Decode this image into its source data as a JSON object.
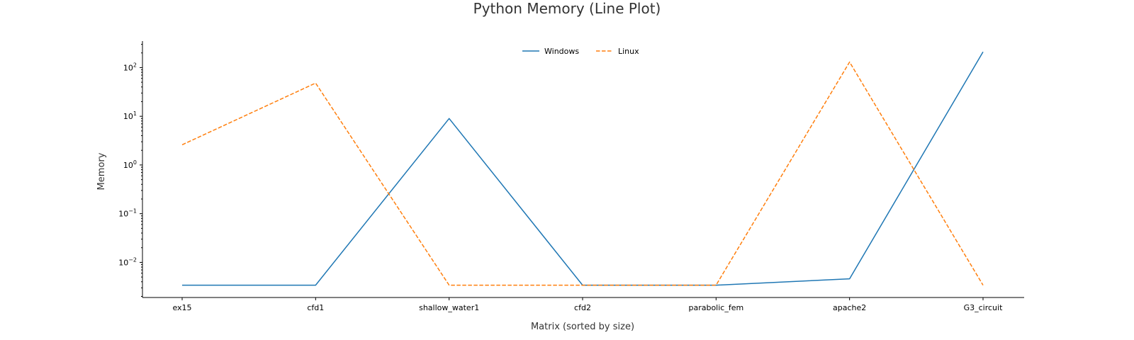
{
  "chart_data": {
    "type": "line",
    "title": "Python Memory (Line Plot)",
    "xlabel": "Matrix (sorted by size)",
    "ylabel": "Memory",
    "categories": [
      "ex15",
      "cfd1",
      "shallow_water1",
      "cfd2",
      "parabolic_fem",
      "apache2",
      "G3_circuit"
    ],
    "y_scale": "log",
    "ylim": [
      0.0019,
      350
    ],
    "y_ticks": [
      {
        "value": 0.01,
        "base": "10",
        "exp": "−2"
      },
      {
        "value": 0.1,
        "base": "10",
        "exp": "−1"
      },
      {
        "value": 1,
        "base": "10",
        "exp": "0"
      },
      {
        "value": 10,
        "base": "10",
        "exp": "1"
      },
      {
        "value": 100,
        "base": "10",
        "exp": "2"
      }
    ],
    "grid": false,
    "legend_position": "top-center",
    "series": [
      {
        "name": "Windows",
        "color": "#1f77b4",
        "dash": "solid",
        "values": [
          0.0034,
          0.0034,
          9.0,
          0.0034,
          0.0034,
          0.0046,
          210
        ]
      },
      {
        "name": "Linux",
        "color": "#ff7f0e",
        "dash": "dashed",
        "values": [
          2.6,
          48,
          0.0034,
          0.0034,
          0.0034,
          130,
          0.0034
        ]
      }
    ]
  }
}
